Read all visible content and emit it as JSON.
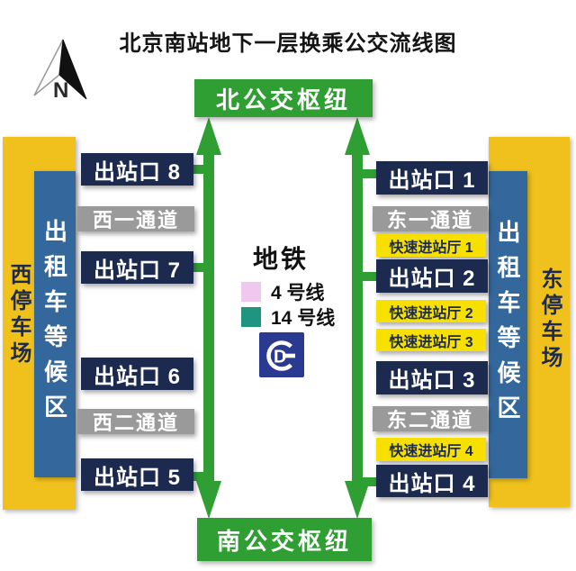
{
  "title": "北京南站地下一层换乘公交流线图",
  "compass": {
    "label": "N"
  },
  "hubs": {
    "north": "北公交枢纽",
    "south": "南公交枢纽"
  },
  "west_side": {
    "parking_label": "西停车场",
    "taxi_label": "出租车等候区"
  },
  "east_side": {
    "parking_label": "东停车场",
    "taxi_label": "出租车等候区"
  },
  "left_exits": {
    "items": [
      {
        "label": "出站口 8",
        "type": "exit"
      },
      {
        "label": "西一通道",
        "type": "channel"
      },
      {
        "label": "出站口 7",
        "type": "exit"
      },
      {
        "label": "出站口 6",
        "type": "exit"
      },
      {
        "label": "西二通道",
        "type": "channel"
      },
      {
        "label": "出站口 5",
        "type": "exit"
      }
    ]
  },
  "right_exits": {
    "items": [
      {
        "label": "出站口 1",
        "type": "exit"
      },
      {
        "label": "东一通道",
        "type": "channel"
      },
      {
        "label": "快速进站厅 1",
        "type": "fast"
      },
      {
        "label": "出站口 2",
        "type": "exit"
      },
      {
        "label": "快速进站厅 2",
        "type": "fast"
      },
      {
        "label": "快速进站厅 3",
        "type": "fast"
      },
      {
        "label": "出站口 3",
        "type": "exit"
      },
      {
        "label": "东二通道",
        "type": "channel"
      },
      {
        "label": "快速进站厅 4",
        "type": "fast"
      },
      {
        "label": "出站口 4",
        "type": "exit"
      }
    ]
  },
  "subway": {
    "title": "地铁",
    "legend": [
      {
        "label": "4 号线",
        "color": "#efc7ef"
      },
      {
        "label": "14 号线",
        "color": "#1f9481"
      }
    ],
    "logo_icon": "beijing-subway-logo",
    "logo_letter": "D"
  },
  "colors": {
    "hub_green": "#2f9e33",
    "exit_navy": "#1b2a4e",
    "channel_gray": "#9a9a9a",
    "fast_yellow": "#f7e000",
    "parking_gold": "#f0c11c",
    "taxi_blue": "#34689d",
    "logo_blue": "#2a3a90"
  }
}
